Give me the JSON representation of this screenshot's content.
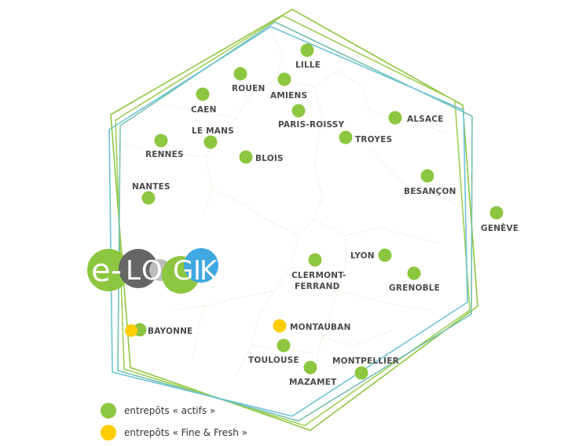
{
  "colors": {
    "active": "#8dc63f",
    "fine_fresh": "#ffcc00",
    "hex_green": "#8dc63f",
    "hex_blue": "#6cc3d5",
    "border_lines": "#e3e8c8",
    "label": "#4a4a4a"
  },
  "map": {
    "cities": [
      {
        "name": "LILLE",
        "type": "active"
      },
      {
        "name": "ROUEN",
        "type": "active"
      },
      {
        "name": "AMIENS",
        "type": "active"
      },
      {
        "name": "CAEN",
        "type": "active"
      },
      {
        "name": "PARIS-ROISSY",
        "type": "active"
      },
      {
        "name": "ALSACE",
        "type": "active"
      },
      {
        "name": "LE MANS",
        "type": "active"
      },
      {
        "name": "TROYES",
        "type": "active"
      },
      {
        "name": "RENNES",
        "type": "active"
      },
      {
        "name": "BLOIS",
        "type": "active"
      },
      {
        "name": "BESANÇON",
        "type": "active"
      },
      {
        "name": "NANTES",
        "type": "active"
      },
      {
        "name": "GENÈVE",
        "type": "active"
      },
      {
        "name": "LYON",
        "type": "active"
      },
      {
        "name": "CLERMONT-",
        "type": "active"
      },
      {
        "name": "FERRAND",
        "type": "label-only"
      },
      {
        "name": "GRENOBLE",
        "type": "active"
      },
      {
        "name": "BAYONNE",
        "type": "both"
      },
      {
        "name": "MONTAUBAN",
        "type": "fine_fresh"
      },
      {
        "name": "TOULOUSE",
        "type": "active"
      },
      {
        "name": "MONTPELLIER",
        "type": "active"
      },
      {
        "name": "MAZAMET",
        "type": "active"
      }
    ]
  },
  "logo": {
    "letters": [
      "e",
      "-",
      "L",
      "O",
      "G",
      "I",
      "K"
    ],
    "colors": [
      "#8dc63f",
      "#666666",
      "#bdbdbd",
      "#8dc63f",
      "#3fa9e0"
    ]
  },
  "legend": {
    "active_label": "entrepôts « actifs »",
    "fine_fresh_label": "entrepôts « Fine & Fresh »"
  }
}
